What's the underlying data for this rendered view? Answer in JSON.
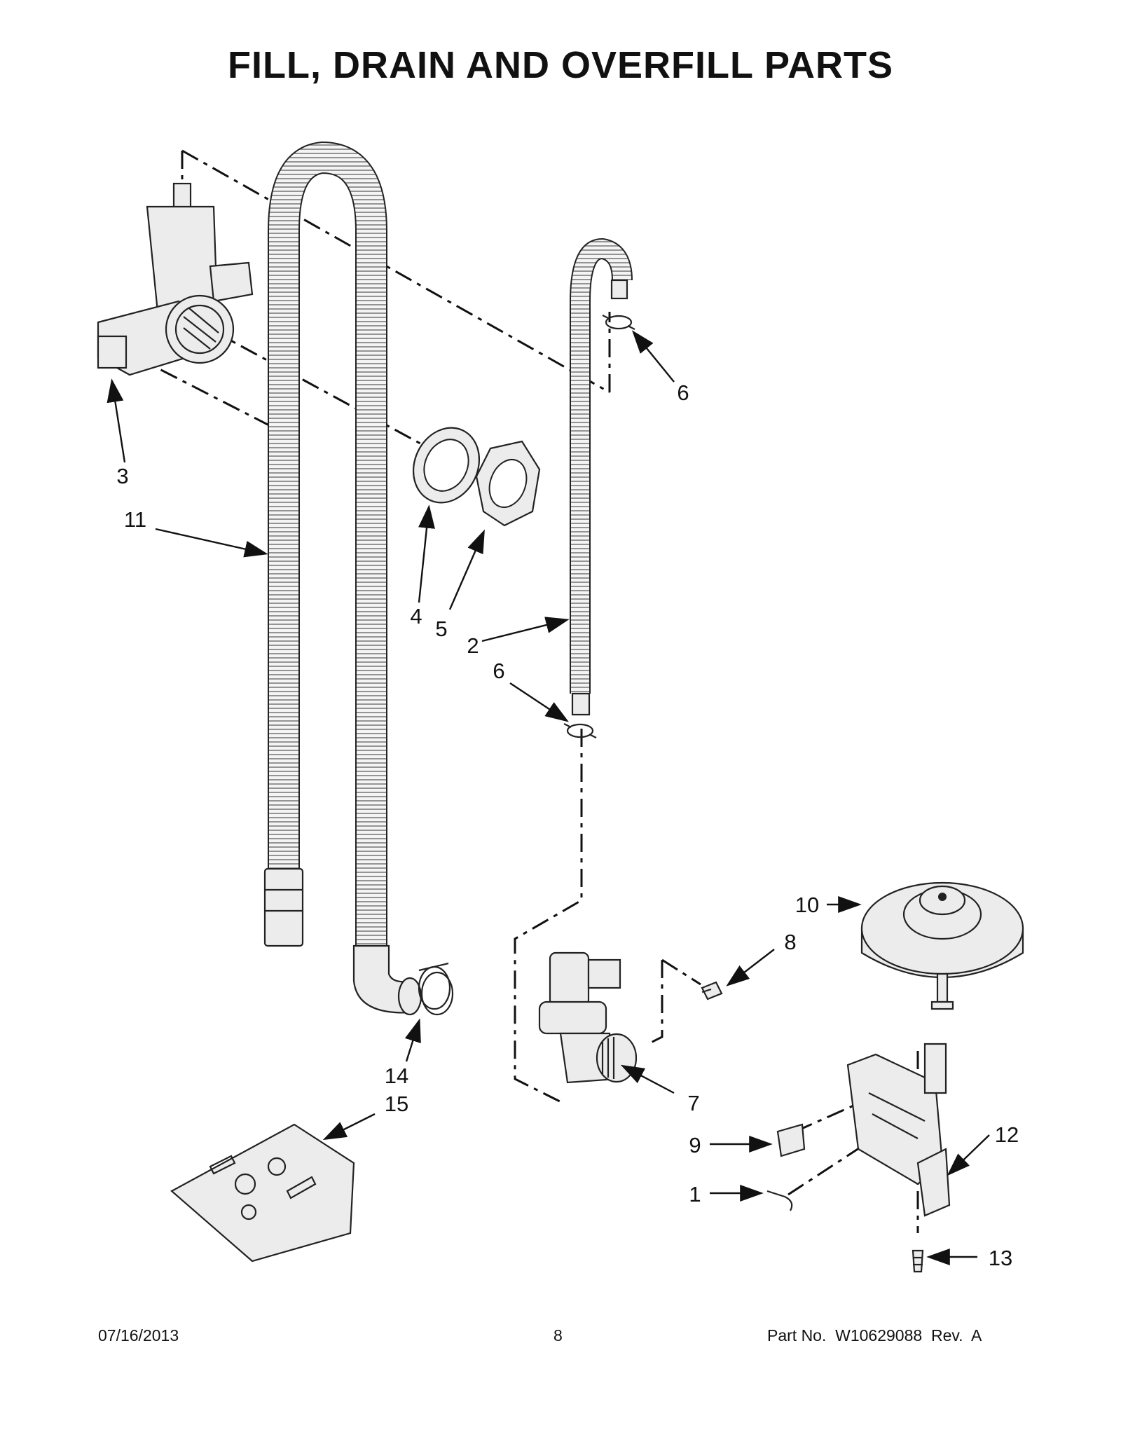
{
  "title": "FILL, DRAIN AND OVERFILL PARTS",
  "callouts": [
    {
      "id": "c1",
      "label": "1"
    },
    {
      "id": "c2",
      "label": "2"
    },
    {
      "id": "c3",
      "label": "3"
    },
    {
      "id": "c4",
      "label": "4"
    },
    {
      "id": "c5",
      "label": "5"
    },
    {
      "id": "c6a",
      "label": "6"
    },
    {
      "id": "c6b",
      "label": "6"
    },
    {
      "id": "c7",
      "label": "7"
    },
    {
      "id": "c8",
      "label": "8"
    },
    {
      "id": "c9",
      "label": "9"
    },
    {
      "id": "c10",
      "label": "10"
    },
    {
      "id": "c11",
      "label": "11"
    },
    {
      "id": "c12",
      "label": "12"
    },
    {
      "id": "c13",
      "label": "13"
    },
    {
      "id": "c14",
      "label": "14"
    },
    {
      "id": "c15",
      "label": "15"
    }
  ],
  "footer": {
    "date": "07/16/2013",
    "page": "8",
    "part_no": "Part No.  W10629088  Rev.  A"
  }
}
